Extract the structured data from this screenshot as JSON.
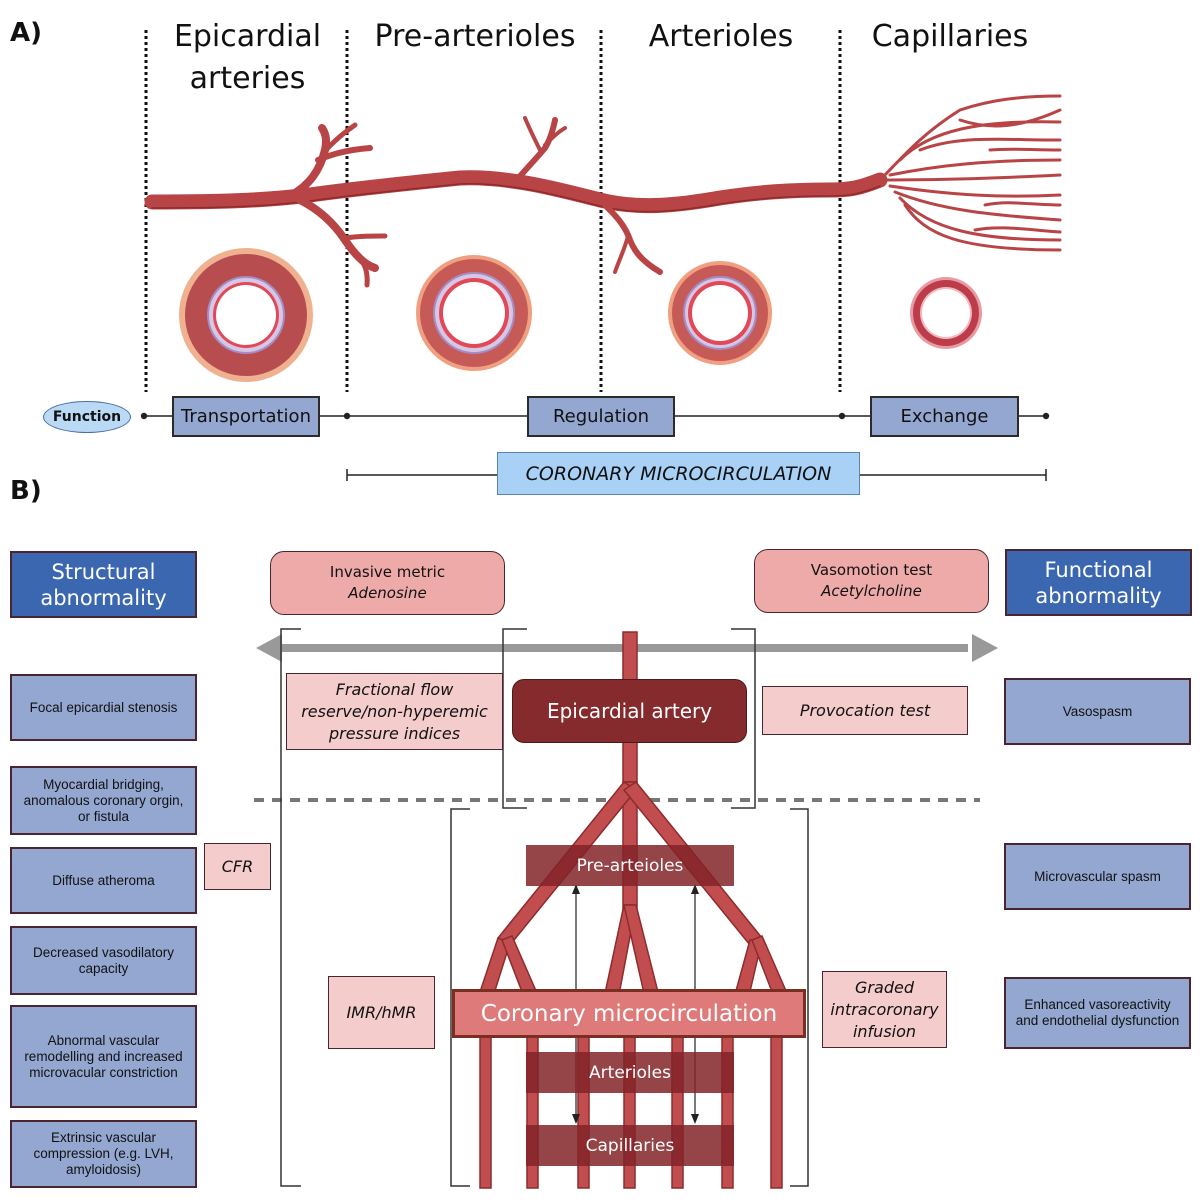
{
  "panel_a": {
    "label": "A)",
    "stages": [
      {
        "title_line1": "Epicardial",
        "title_line2": "arteries"
      },
      {
        "title_line1": "Pre-arterioles",
        "title_line2": ""
      },
      {
        "title_line1": "Arterioles",
        "title_line2": ""
      },
      {
        "title_line1": "Capillaries",
        "title_line2": ""
      }
    ],
    "function_label": "Function",
    "functions": [
      "Transportation",
      "Regulation",
      "Exchange"
    ],
    "microcirculation_label": "CORONARY MICROCIRCULATION"
  },
  "panel_b": {
    "label": "B)",
    "structural_header": {
      "line1": "Structural",
      "line2": "abnormality"
    },
    "functional_header": {
      "line1": "Functional",
      "line2": "abnormality"
    },
    "invasive_metric": {
      "line1": "Invasive metric",
      "line2": "Adenosine"
    },
    "vasomotion_test": {
      "line1": "Vasomotion test",
      "line2": "Acetylcholine"
    },
    "structural_items": [
      "Focal epicardial stenosis",
      "Myocardial bridging, anomalous coronary orgin, or fistula",
      "Diffuse atheroma",
      "Decreased vasodilatory capacity",
      "Abnormal vascular remodelling and increased microvacular constriction",
      "Extrinsic vascular compression (e.g. LVH, amyloidosis)"
    ],
    "functional_items": [
      "Vasospasm",
      "Microvascular spasm",
      "Enhanced vasoreactivity and endothelial dysfunction"
    ],
    "tests": {
      "ffr": "Fractional flow reserve/non-hyperemic pressure indices",
      "cfr": "CFR",
      "imr": "IMR/hMR",
      "provocation": "Provocation test",
      "graded": "Graded intracoronary infusion"
    },
    "levels": {
      "epicardial": "Epicardial artery",
      "pre_arterioles": "Pre-arteioles",
      "microcirculation": "Coronary microcirculation",
      "arterioles": "Arterioles",
      "capillaries": "Capillaries"
    }
  },
  "colors": {
    "vessel": "#b94446",
    "vessel_dark": "#8a2a2c",
    "function_box": "#94a7d1",
    "header_blue": "#3a67b0",
    "test_pink": "#eeaaa9",
    "light_pink": "#f4cccb",
    "epicardial_box": "#852a2d",
    "micro_blue": "#a9d0f5"
  }
}
